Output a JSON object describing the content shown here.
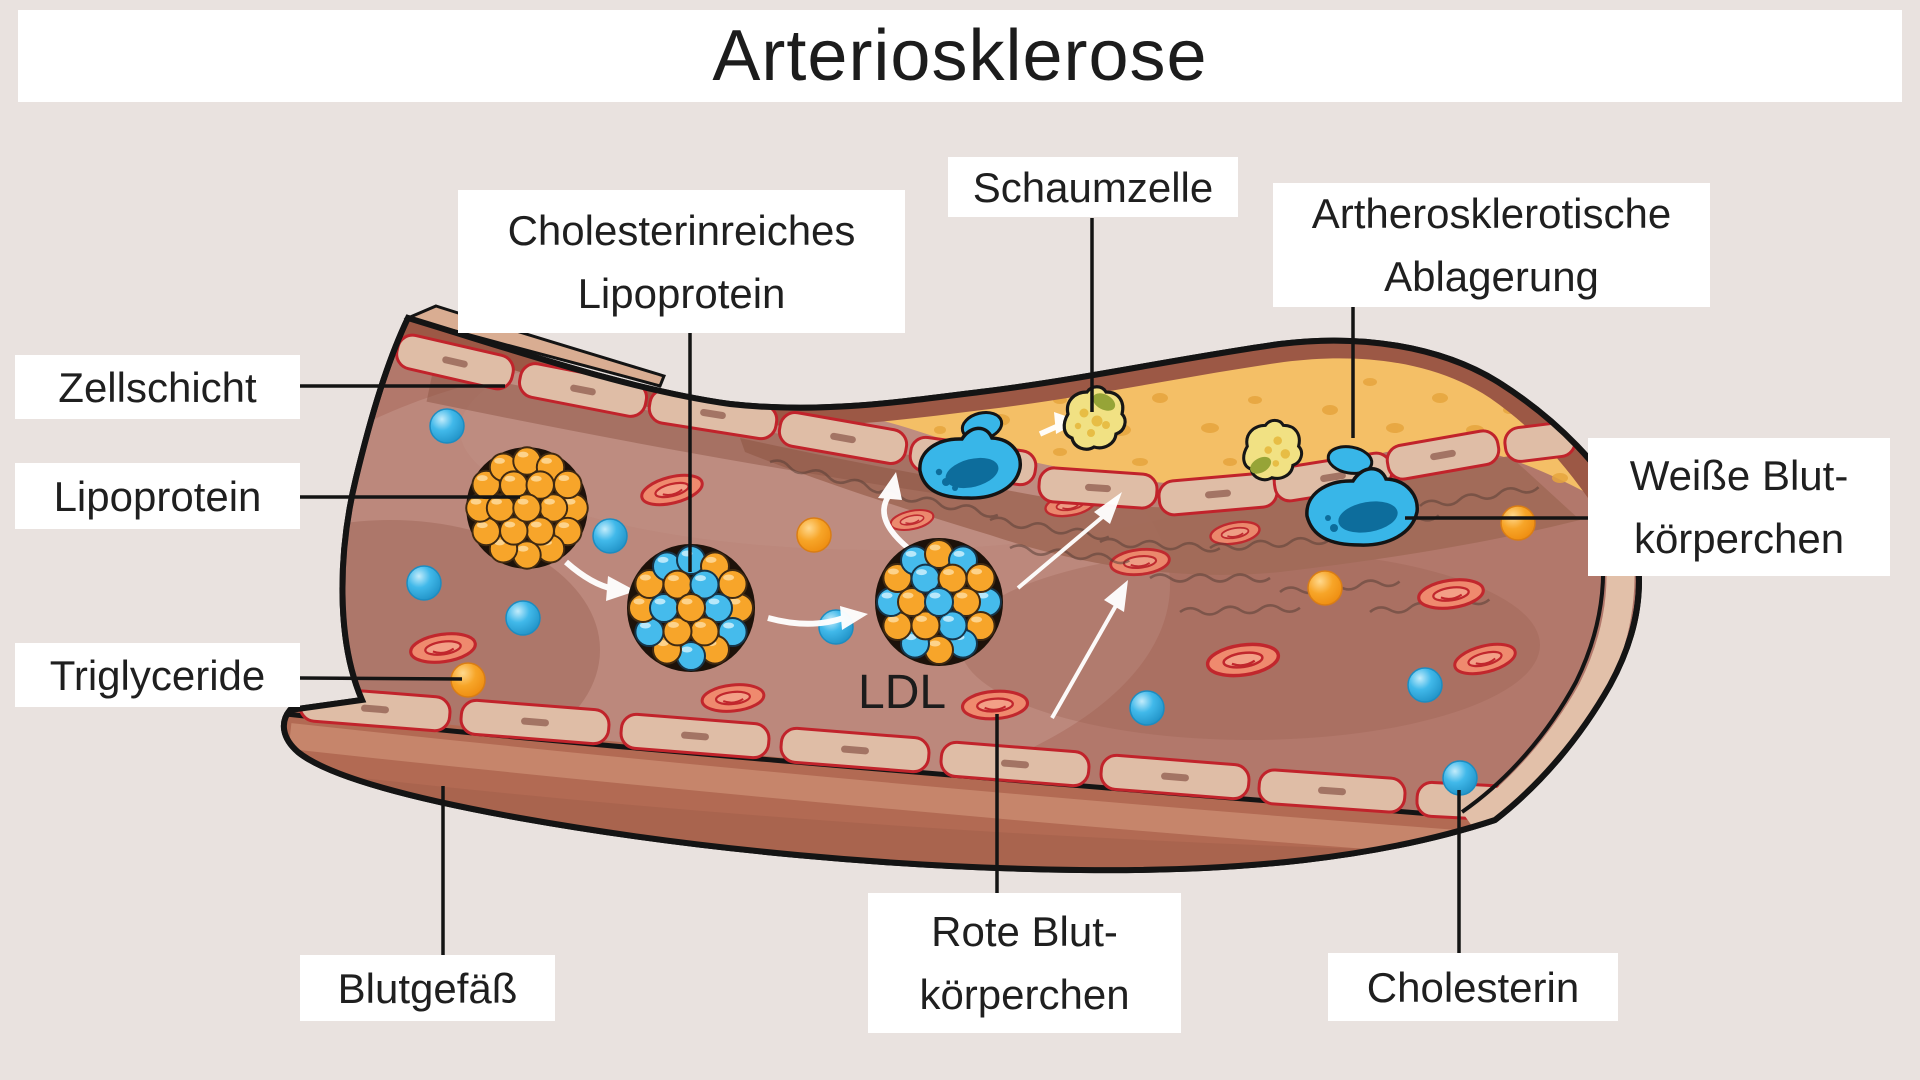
{
  "title": "Arteriosklerose",
  "labels": {
    "zellschicht": "Zellschicht",
    "lipoprotein": "Lipoprotein",
    "triglyceride": "Triglyceride",
    "blutgefaess": "Blutgefäß",
    "cholesterinreiches_lipoprotein": {
      "line1": "Cholesterinreiches",
      "line2": "Lipoprotein"
    },
    "schaumzelle": "Schaumzelle",
    "artherosklerotische_ablagerung": {
      "line1": "Artherosklerotische",
      "line2": "Ablagerung"
    },
    "weisse_blutkoerperchen": {
      "line1": "Weiße Blut-",
      "line2": "körperchen"
    },
    "rote_blutkoerperchen": {
      "line1": "Rote Blut-",
      "line2": "körperchen"
    },
    "cholesterin": "Cholesterin",
    "ldl": "LDL"
  },
  "palette": {
    "background": "#e9e2df",
    "label_background": "#ffffff",
    "text": "#1f1f1f",
    "outline": "#141414",
    "vessel_wall": "#b26a53",
    "lumen": "#b2786b",
    "plaque": "#f4bf66",
    "cell_layer_fill": "#dfbda6",
    "cell_layer_border": "#c1232b",
    "red_blood_cell": "#ef8a6e",
    "white_blood_cell": "#3ab4e4",
    "foam_cell": "#f1e183",
    "triglyceride_ball": "#f7a528",
    "cholesterol_ball": "#41b9ea"
  }
}
